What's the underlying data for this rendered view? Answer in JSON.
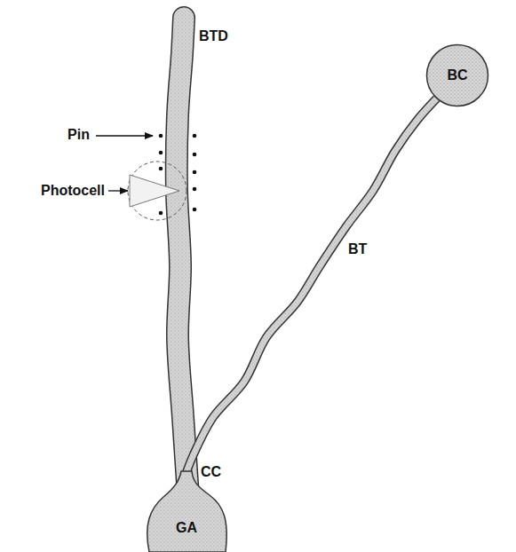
{
  "diagram": {
    "nodes": [
      {
        "text": [
          "GA"
        ]
      },
      {
        "text": [
          "BC"
        ]
      }
    ],
    "edges": [
      {
        "from": 0,
        "to": 1,
        "arrow": "none",
        "label": "BT"
      }
    ],
    "labels": [
      "BTD",
      "Pin",
      "Photocell",
      "CC"
    ]
  }
}
